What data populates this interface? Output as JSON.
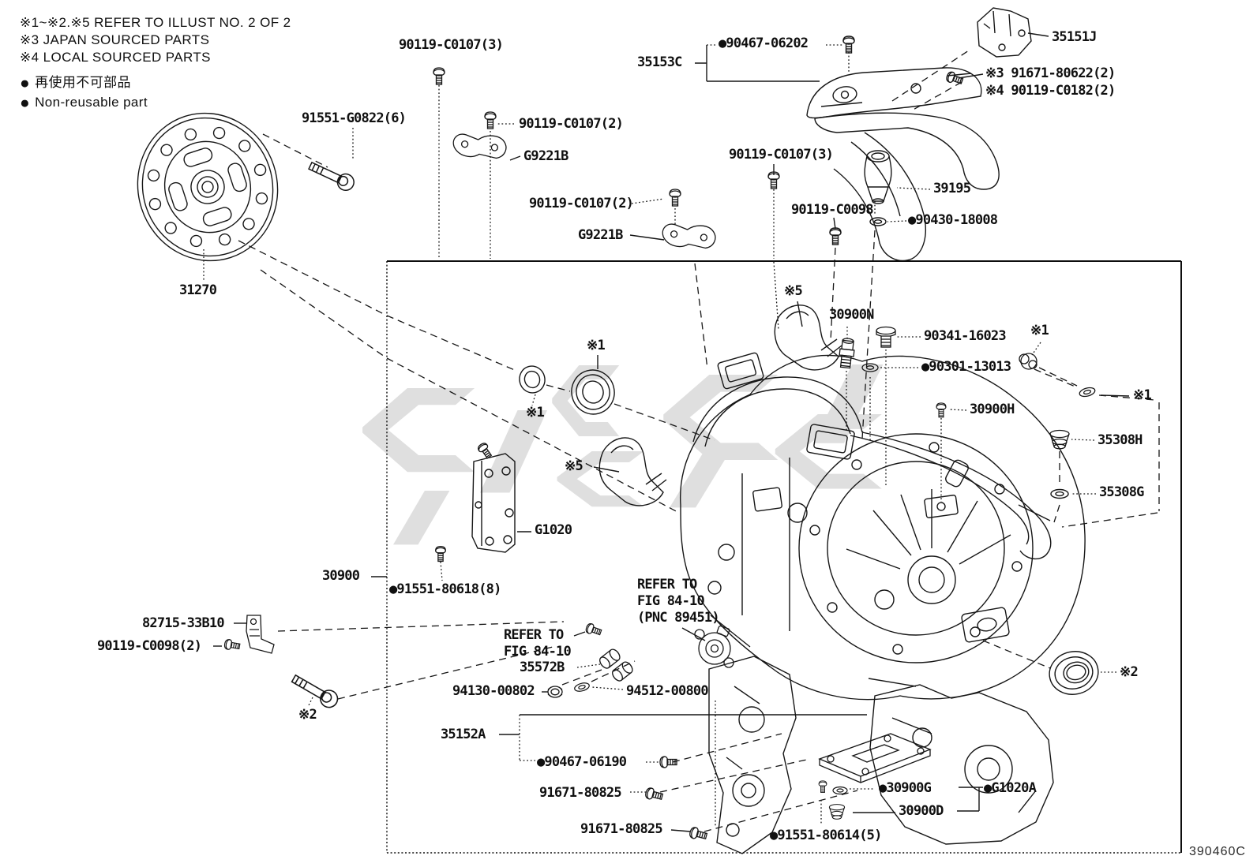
{
  "legend": {
    "line1": "※1~※2.※5 REFER TO ILLUST NO. 2 OF 2",
    "line2": "※3 JAPAN SOURCED PARTS",
    "line3": "※4 LOCAL SOURCED PARTS",
    "bullet": "●",
    "line4": "再使用不可部品",
    "line5": "Non-reusable part"
  },
  "figure_code": "390460C",
  "colors": {
    "line": "#161616",
    "watermark": "#c6c6c6",
    "background": "#ffffff"
  },
  "parts": {
    "n90119c0107_3a": "90119-C0107(3)",
    "n91551g0822": "91551-G0822(6)",
    "n31270": "31270",
    "n90119c0107_2a": "90119-C0107(2)",
    "ng9221b_a": "G9221B",
    "n90119c0107_2b": "90119-C0107(2)",
    "ng9221b_b": "G9221B",
    "n35153c": "35153C",
    "n90467_06202": "●90467-06202",
    "n35151j": "35151J",
    "n91671_80622": "※3 91671-80622(2)",
    "n90119c0182": "※4 90119-C0182(2)",
    "n90119c0107_3b": "90119-C0107(3)",
    "n39195": "39195",
    "n90119c0098a": "90119-C0098",
    "n90430_18008": "●90430-18008",
    "rem5a": "※5",
    "n30900n": "30900N",
    "n90341_16023": "90341-16023",
    "n90301_13013": "●90301-13013",
    "rem1a": "※1",
    "rem1b": "※1",
    "n30900h": "30900H",
    "n35308h": "35308H",
    "n35308g": "35308G",
    "rem1c": "※1",
    "rem1d": "※1",
    "rem5b": "※5",
    "ng1020": "G1020",
    "n30900": "30900",
    "n91551_80618": "●91551-80618(8)",
    "refer_pnc": "REFER TO\nFIG 84-10\n(PNC 89451)",
    "refer_fig": "REFER TO\nFIG 84-10",
    "n35572b": "35572B",
    "n82715_33b10": "82715-33B10",
    "n90119c0098_2": "90119-C0098(2)",
    "n94130_00802": "94130-00802",
    "n94512_00800": "94512-00800",
    "rem2a": "※2",
    "n35152a": "35152A",
    "n90467_06190": "●90467-06190",
    "n91671_80825a": "91671-80825",
    "n91671_80825b": "91671-80825",
    "n91551_80614": "●91551-80614(5)",
    "n30900g": "●30900G",
    "ng1020a": "●G1020A",
    "n30900d": "30900D",
    "rem2b": "※2"
  }
}
